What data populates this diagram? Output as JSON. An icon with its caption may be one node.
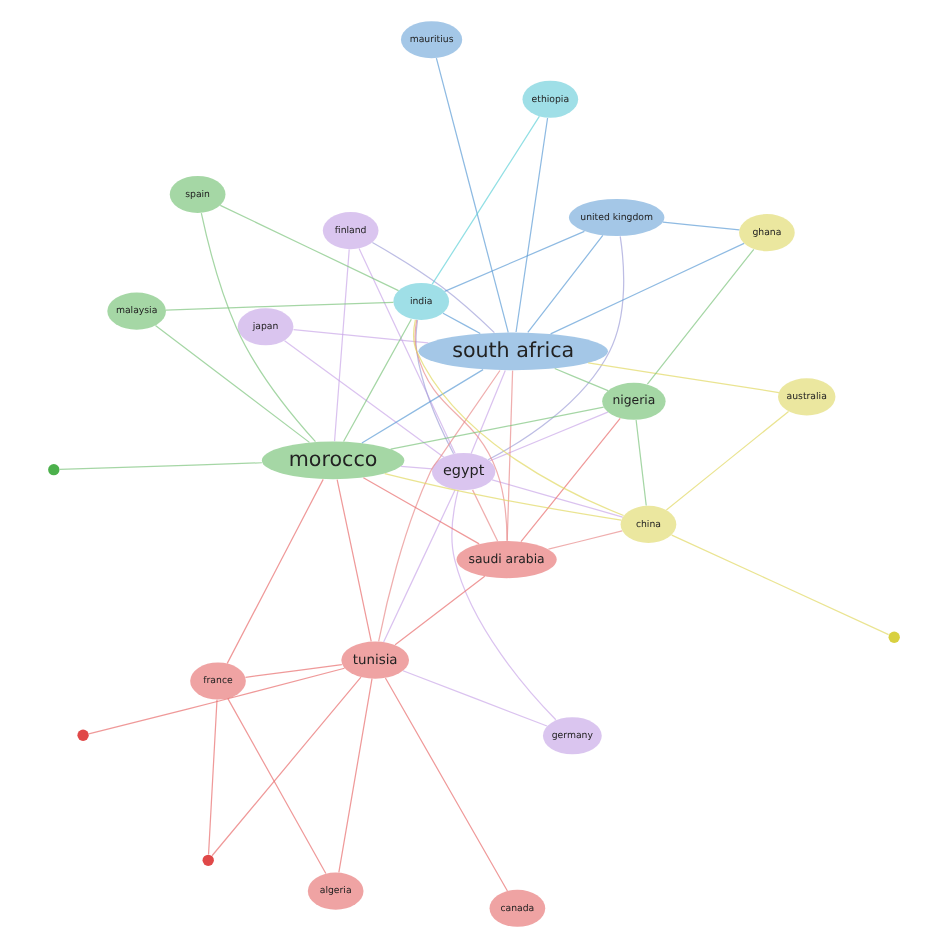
{
  "diagram": {
    "nodes": [
      {
        "text": [
          "japan"
        ]
      },
      {
        "text": [
          "egypt"
        ]
      },
      {
        "text": [
          "germany"
        ]
      },
      {
        "text": [
          "finland"
        ]
      },
      {
        "text": [
          "tunisia"
        ]
      },
      {
        "text": [],
        "shape": "circle"
      },
      {
        "text": [
          "saudi arabia"
        ]
      },
      {
        "text": [
          "australia"
        ]
      },
      {
        "text": [
          "south africa"
        ]
      },
      {
        "text": [
          "canada"
        ]
      },
      {
        "text": [
          "algeria"
        ]
      },
      {
        "text": [],
        "shape": "circle"
      },
      {
        "text": [
          "nigeria"
        ]
      },
      {
        "text": [
          "france"
        ]
      },
      {
        "text": [
          "ghana"
        ]
      },
      {
        "text": [
          "united kingdom"
        ]
      },
      {
        "text": [],
        "shape": "circle"
      },
      {
        "text": [
          "china"
        ]
      },
      {
        "text": [
          "mauritius"
        ]
      },
      {
        "text": [
          "morocco"
        ]
      },
      {
        "text": [],
        "shape": "circle"
      },
      {
        "text": [
          "malaysia"
        ]
      },
      {
        "text": [
          "spain"
        ]
      },
      {
        "text": [
          "india"
        ]
      },
      {
        "text": [
          "ethiopia"
        ]
      }
    ],
    "edges": [
      {
        "from": 0,
        "to": 1,
        "arrow": "none",
        "color": "#c9a6e8"
      },
      {
        "from": 0,
        "to": 8,
        "arrow": "none",
        "color": "#c9a6e8"
      },
      {
        "from": 1,
        "to": 2,
        "arrow": "none",
        "color": "#c9a6e8"
      },
      {
        "from": 1,
        "to": 3,
        "arrow": "none",
        "color": "#c9a6e8"
      },
      {
        "from": 1,
        "to": 4,
        "arrow": "none",
        "color": "#c9a6e8"
      },
      {
        "from": 1,
        "to": 6,
        "arrow": "none",
        "color": "#e88a8a"
      },
      {
        "from": 1,
        "to": 8,
        "arrow": "none",
        "color": "#c9a6e8"
      },
      {
        "from": 1,
        "to": 19,
        "arrow": "none",
        "color": "#c9a6e8"
      },
      {
        "from": 1,
        "to": 12,
        "arrow": "none",
        "color": "#c9a6e8"
      },
      {
        "from": 1,
        "to": 23,
        "arrow": "none",
        "color": "#a0a0d8"
      },
      {
        "from": 1,
        "to": 15,
        "arrow": "none",
        "color": "#a0a0d8"
      },
      {
        "from": 1,
        "to": 17,
        "arrow": "none",
        "color": "#c9a6e8"
      },
      {
        "from": 2,
        "to": 4,
        "arrow": "none",
        "color": "#c9a6e8"
      },
      {
        "from": 3,
        "to": 19,
        "arrow": "none",
        "color": "#c9a6e8"
      },
      {
        "from": 3,
        "to": 8,
        "arrow": "none",
        "color": "#a0a0d8"
      },
      {
        "from": 4,
        "to": 5,
        "arrow": "none",
        "color": "#e86b6b"
      },
      {
        "from": 4,
        "to": 6,
        "arrow": "none",
        "color": "#e86b6b"
      },
      {
        "from": 4,
        "to": 9,
        "arrow": "none",
        "color": "#e86b6b"
      },
      {
        "from": 4,
        "to": 13,
        "arrow": "none",
        "color": "#e86b6b"
      },
      {
        "from": 4,
        "to": 19,
        "arrow": "none",
        "color": "#e86b6b"
      },
      {
        "from": 4,
        "to": 10,
        "arrow": "none",
        "color": "#e86b6b"
      },
      {
        "from": 4,
        "to": 8,
        "arrow": "none",
        "color": "#e88a8a"
      },
      {
        "from": 6,
        "to": 19,
        "arrow": "none",
        "color": "#e86b6b"
      },
      {
        "from": 6,
        "to": 8,
        "arrow": "none",
        "color": "#e88a8a"
      },
      {
        "from": 6,
        "to": 12,
        "arrow": "none",
        "color": "#e86b6b"
      },
      {
        "from": 6,
        "to": 23,
        "arrow": "none",
        "color": "#e88a8a"
      },
      {
        "from": 6,
        "to": 17,
        "arrow": "none",
        "color": "#e88a8a"
      },
      {
        "from": 10,
        "to": 13,
        "arrow": "none",
        "color": "#e86b6b"
      },
      {
        "from": 11,
        "to": 13,
        "arrow": "none",
        "color": "#e86b6b"
      },
      {
        "from": 11,
        "to": 4,
        "arrow": "none",
        "color": "#e86b6b"
      },
      {
        "from": 13,
        "to": 19,
        "arrow": "none",
        "color": "#e86b6b"
      },
      {
        "from": 12,
        "to": 8,
        "arrow": "none",
        "color": "#7cc47c"
      },
      {
        "from": 12,
        "to": 19,
        "arrow": "none",
        "color": "#7cc47c"
      },
      {
        "from": 12,
        "to": 17,
        "arrow": "none",
        "color": "#7cc47c"
      },
      {
        "from": 12,
        "to": 14,
        "arrow": "none",
        "color": "#7cc47c"
      },
      {
        "from": 7,
        "to": 8,
        "arrow": "none",
        "color": "#e0d860"
      },
      {
        "from": 7,
        "to": 17,
        "arrow": "none",
        "color": "#e0d860"
      },
      {
        "from": 8,
        "to": 15,
        "arrow": "none",
        "color": "#5b9bd5"
      },
      {
        "from": 8,
        "to": 23,
        "arrow": "none",
        "color": "#5b9bd5"
      },
      {
        "from": 8,
        "to": 18,
        "arrow": "none",
        "color": "#5b9bd5"
      },
      {
        "from": 8,
        "to": 14,
        "arrow": "none",
        "color": "#5b9bd5"
      },
      {
        "from": 8,
        "to": 19,
        "arrow": "none",
        "color": "#5b9bd5"
      },
      {
        "from": 8,
        "to": 24,
        "arrow": "none",
        "color": "#5b9bd5"
      },
      {
        "from": 15,
        "to": 14,
        "arrow": "none",
        "color": "#5b9bd5"
      },
      {
        "from": 15,
        "to": 23,
        "arrow": "none",
        "color": "#5b9bd5"
      },
      {
        "from": 16,
        "to": 17,
        "arrow": "none",
        "color": "#e0d860"
      },
      {
        "from": 17,
        "to": 19,
        "arrow": "none",
        "color": "#e0d860"
      },
      {
        "from": 17,
        "to": 23,
        "arrow": "none",
        "color": "#e0d860"
      },
      {
        "from": 19,
        "to": 20,
        "arrow": "none",
        "color": "#7cc47c"
      },
      {
        "from": 19,
        "to": 22,
        "arrow": "none",
        "color": "#7cc47c"
      },
      {
        "from": 19,
        "to": 21,
        "arrow": "none",
        "color": "#7cc47c"
      },
      {
        "from": 19,
        "to": 23,
        "arrow": "none",
        "color": "#7cc47c"
      },
      {
        "from": 22,
        "to": 23,
        "arrow": "none",
        "color": "#7cc47c"
      },
      {
        "from": 21,
        "to": 23,
        "arrow": "none",
        "color": "#7cc47c"
      },
      {
        "from": 23,
        "to": 24,
        "arrow": "none",
        "color": "#5fd0d8"
      }
    ]
  }
}
